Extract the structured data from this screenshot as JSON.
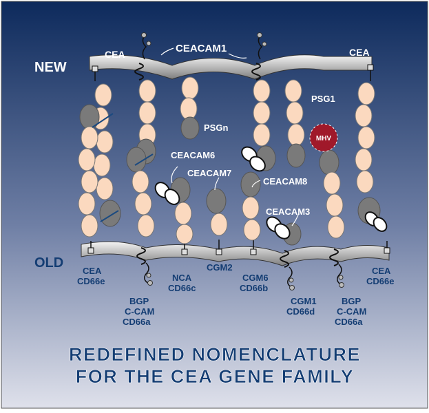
{
  "row_labels": {
    "new": "NEW",
    "old": "OLD"
  },
  "top_labels": {
    "cea_left": "CEA",
    "ceacam1": "CEACAM1",
    "cea_right": "CEA",
    "psg1": "PSG1",
    "psgn": "PSGn",
    "mhv": "MHV"
  },
  "mid_labels": {
    "ceacam6": "CEACAM6",
    "ceacam7": "CEACAM7",
    "ceacam8": "CEACAM8",
    "ceacam3": "CEACAM3"
  },
  "old_labels": {
    "cea1_a": "CEA",
    "cea1_b": "CD66e",
    "bgp1_a": "BGP",
    "bgp1_b": "C-CAM",
    "bgp1_c": "CD66a",
    "nca_a": "NCA",
    "nca_b": "CD66c",
    "cgm2": "CGM2",
    "cgm6_a": "CGM6",
    "cgm6_b": "CD66b",
    "cgm1_a": "CGM1",
    "cgm1_b": "CD66d",
    "bgp2_a": "BGP",
    "bgp2_b": "C-CAM",
    "bgp2_c": "CD66a",
    "cea2_a": "CEA",
    "cea2_b": "CD66e"
  },
  "title": {
    "line1": "REDEFINED NOMENCLATURE",
    "line2": "FOR THE CEA GENE FAMILY"
  },
  "colors": {
    "bg_top": "#0d2a5c",
    "bg_bottom": "#d9dce8",
    "domain": "#fbd9bf",
    "domain_dark": "#7a7a7a",
    "title": "#143d73",
    "old_label": "#143d73",
    "mhv": "#a0192a"
  }
}
